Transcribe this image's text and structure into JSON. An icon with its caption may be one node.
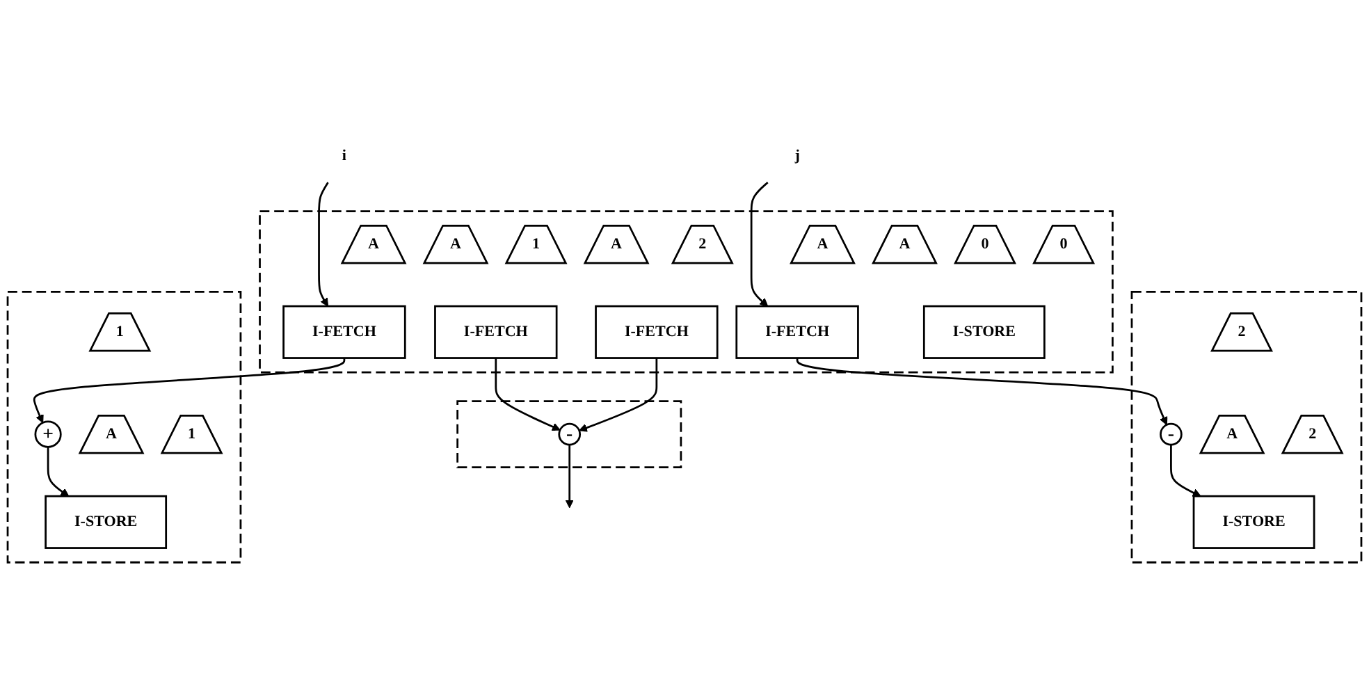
{
  "diagram": {
    "nodes": [
      {
        "text": [
          "i"
        ]
      },
      {
        "text": [
          "j"
        ]
      },
      {
        "text": [],
        "shape": "box"
      },
      {
        "text": [
          "A"
        ],
        "in": 2
      },
      {
        "text": [
          "0"
        ],
        "in": 2
      },
      {
        "text": [
          "0"
        ],
        "in": 2
      },
      {
        "text": [
          "I-STORE"
        ],
        "in": 2
      },
      {
        "text": [
          "A"
        ],
        "in": 2
      },
      {
        "text": [
          "I-FETCH"
        ],
        "in": 2
      },
      {
        "text": [
          "A"
        ],
        "in": 2
      },
      {
        "text": [
          "I-FETCH"
        ],
        "in": 2
      },
      {
        "text": [
          "A"
        ],
        "in": 2
      },
      {
        "text": [
          "1"
        ],
        "in": 2
      },
      {
        "text": [
          "I-FETCH"
        ],
        "in": 2
      },
      {
        "text": [
          "A"
        ],
        "in": 2
      },
      {
        "text": [
          "2"
        ],
        "in": 2
      },
      {
        "text": [
          "I-FETCH"
        ],
        "in": 2
      },
      {
        "text": [],
        "shape": "box"
      },
      {
        "text": [
          "1"
        ],
        "in": 17
      },
      {
        "text": [
          "+"
        ],
        "in": 17
      },
      {
        "text": [
          "A"
        ],
        "in": 17
      },
      {
        "text": [
          "1"
        ],
        "in": 17
      },
      {
        "text": [
          "I-STORE"
        ],
        "in": 17
      },
      {
        "text": [],
        "shape": "box"
      },
      {
        "text": [
          "2"
        ],
        "in": 23
      },
      {
        "text": [
          "-"
        ],
        "in": 23
      },
      {
        "text": [
          "A"
        ],
        "in": 23
      },
      {
        "text": [
          "2"
        ],
        "in": 23
      },
      {
        "text": [
          "I-STORE"
        ],
        "in": 23
      },
      {
        "text": [],
        "shape": "box"
      },
      {
        "text": [
          "-"
        ],
        "in": 29
      }
    ],
    "edges": [
      {
        "from": 0,
        "to": 8,
        "arrow": "to"
      },
      {
        "from": 1,
        "to": 10,
        "arrow": "to"
      },
      {
        "from": 8,
        "to": 19,
        "arrow": "to"
      },
      {
        "from": 10,
        "to": 25,
        "arrow": "to"
      },
      {
        "from": 13,
        "to": 30,
        "arrow": "to"
      },
      {
        "from": 16,
        "to": 30,
        "arrow": "to"
      },
      {
        "from": 19,
        "to": 22,
        "arrow": "to"
      },
      {
        "from": 25,
        "to": 28,
        "arrow": "to"
      },
      {
        "from": 30,
        "to": null,
        "arrow": "to"
      }
    ]
  }
}
